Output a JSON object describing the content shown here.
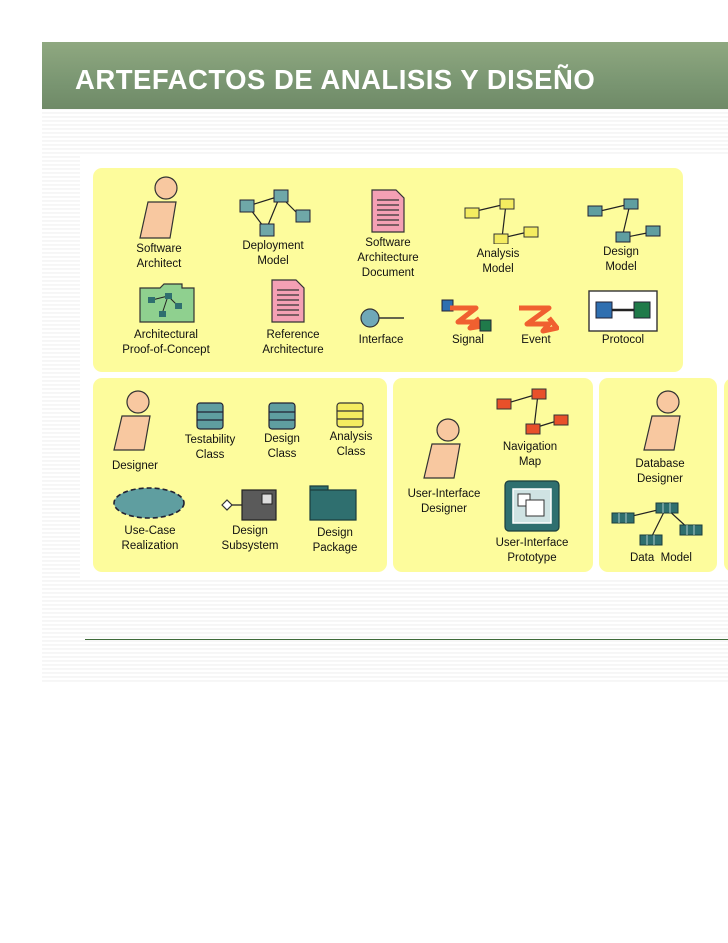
{
  "title": "ARTEFACTOS DE ANALISIS Y DISEÑO",
  "colors": {
    "title_bar": "#7a9672",
    "panel": "#fdfc9c",
    "worker": "#f8c8a0",
    "rule": "#3f6b3a"
  },
  "top_panel": {
    "software_architect": "Software\nArchitect",
    "deployment_model": "Deployment\nModel",
    "software_architecture_document": "Software\nArchitecture\nDocument",
    "analysis_model": "Analysis\nModel",
    "design_model": "Design\nModel",
    "architectural_poc": "Architectural\nProof-of-Concept",
    "reference_architecture": "Reference\nArchitecture",
    "interface": "Interface",
    "signal": "Signal",
    "event": "Event",
    "protocol": "Protocol"
  },
  "designer_panel": {
    "designer": "Designer",
    "testability_class": "Testability\nClass",
    "design_class": "Design\nClass",
    "analysis_class": "Analysis\nClass",
    "use_case_realization": "Use-Case\nRealization",
    "design_subsystem": "Design\nSubsystem",
    "design_package": "Design\nPackage"
  },
  "ui_panel": {
    "navigation_map": "Navigation\nMap",
    "ui_designer": "User-Interface\nDesigner",
    "ui_prototype": "User-Interface\nPrototype"
  },
  "db_panel": {
    "database_designer": "Database\nDesigner",
    "data_model": "Data  Model"
  }
}
